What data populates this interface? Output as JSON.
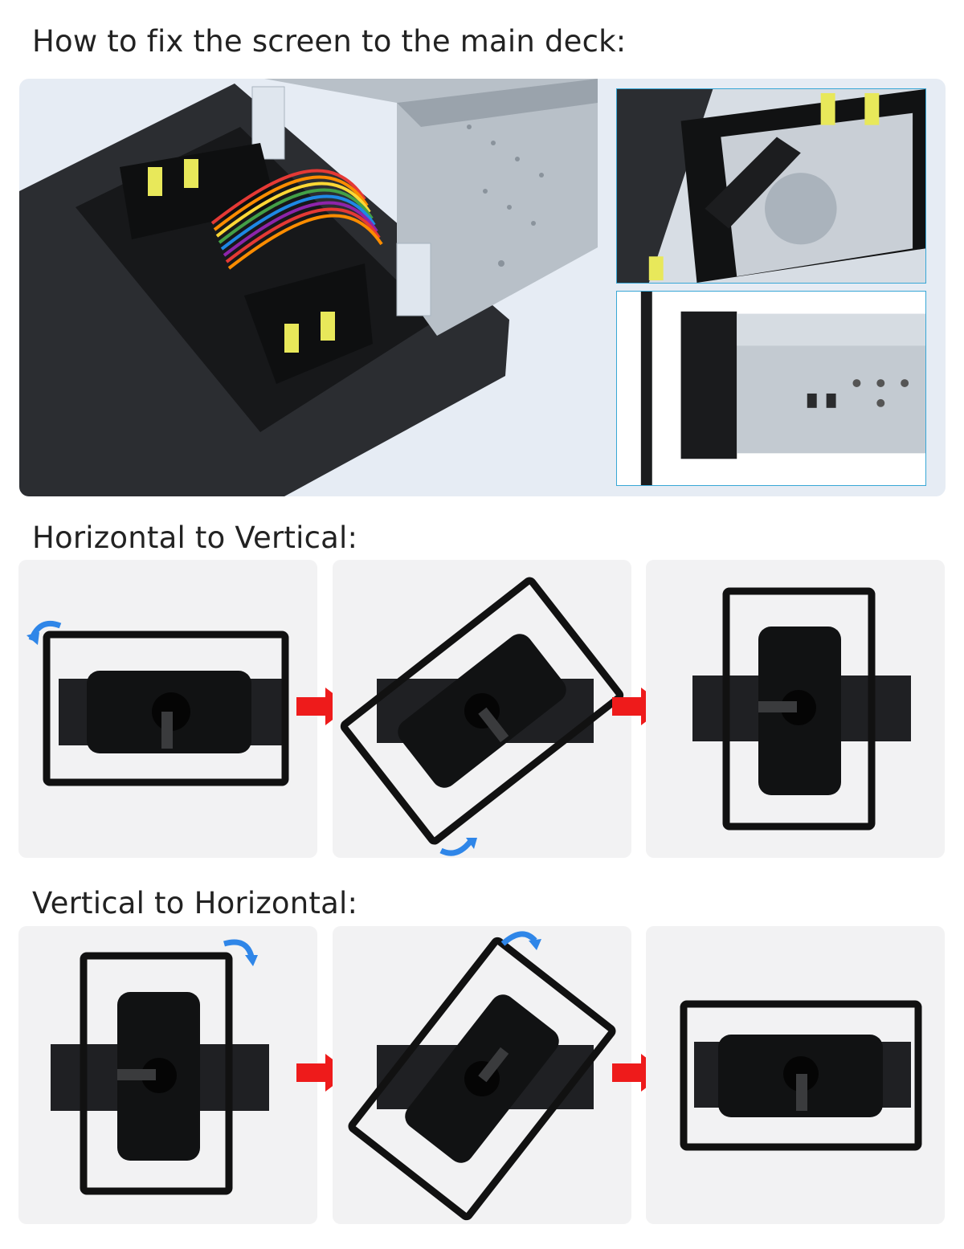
{
  "headings": {
    "fix": "How to fix the screen to the main deck:",
    "h2v": "Horizontal to Vertical:",
    "v2h": "Vertical to Horizontal:"
  },
  "icons": {
    "arrow": "red-right-arrow-icon",
    "rotate": "blue-rotate-arrow-icon"
  },
  "colors": {
    "arrow_red": "#ee1b1b",
    "rotate_blue": "#2f86e8",
    "inset_border": "#38a7d6"
  }
}
